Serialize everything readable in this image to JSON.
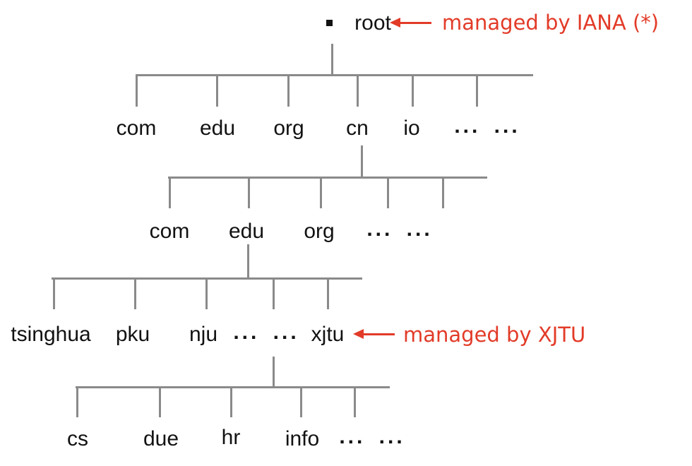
{
  "diagram": {
    "title_hint": "DNS domain name hierarchy",
    "root": {
      "label": "root"
    },
    "annotations": {
      "root_note": "managed by IANA (*)",
      "xjtu_note": "managed by XJTU"
    },
    "levels": [
      {
        "name": "top-level-domains",
        "parent": "root",
        "labels": [
          "com",
          "edu",
          "org",
          "cn",
          "io",
          "... ..."
        ]
      },
      {
        "name": "cn-children",
        "parent": "cn",
        "labels": [
          "com",
          "edu",
          "org",
          "... ..."
        ]
      },
      {
        "name": "edu-cn-children",
        "parent": "edu",
        "labels": [
          "tsinghua",
          "pku",
          "nju",
          "... ...",
          "xjtu"
        ]
      },
      {
        "name": "xjtu-children",
        "parent": "xjtu",
        "labels": [
          "cs",
          "due",
          "hr",
          "info",
          "... ..."
        ]
      }
    ],
    "colors": {
      "annotation_red": "#e23b28",
      "line_gray": "#8a8a8a",
      "text_black": "#121212"
    }
  }
}
